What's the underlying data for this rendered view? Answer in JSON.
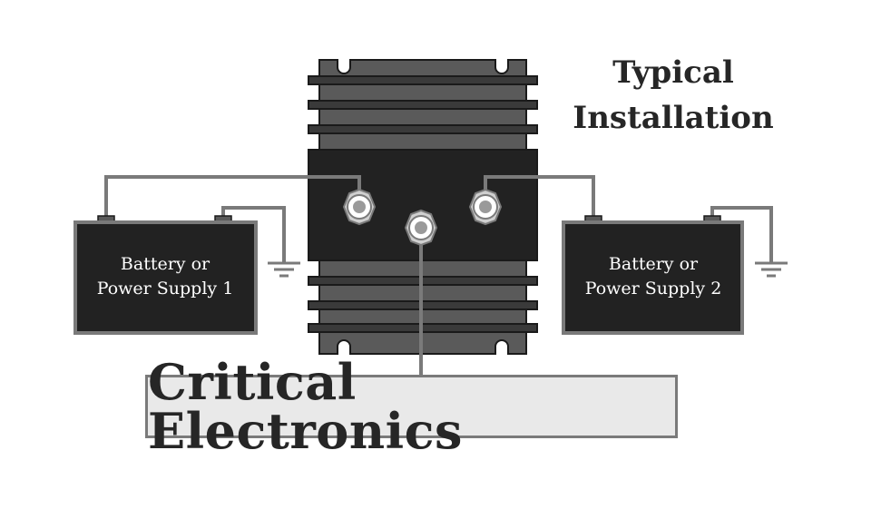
{
  "title": {
    "line1": "Typical",
    "line2": "Installation"
  },
  "batteries": [
    {
      "line1": "Battery or",
      "line2": "Power Supply 1"
    },
    {
      "line1": "Battery or",
      "line2": "Power Supply 2"
    }
  ],
  "load_label": "Critical Electronics",
  "colors": {
    "device_body": "#222222",
    "fin": "#5a5a5a",
    "wire": "#7a7a7a",
    "battery": "#222222",
    "label_box": "#e9e9e9",
    "text": "#262626"
  },
  "icons": [
    "isolator-device",
    "battery-icon",
    "ground-icon",
    "terminal-stud-icon"
  ]
}
